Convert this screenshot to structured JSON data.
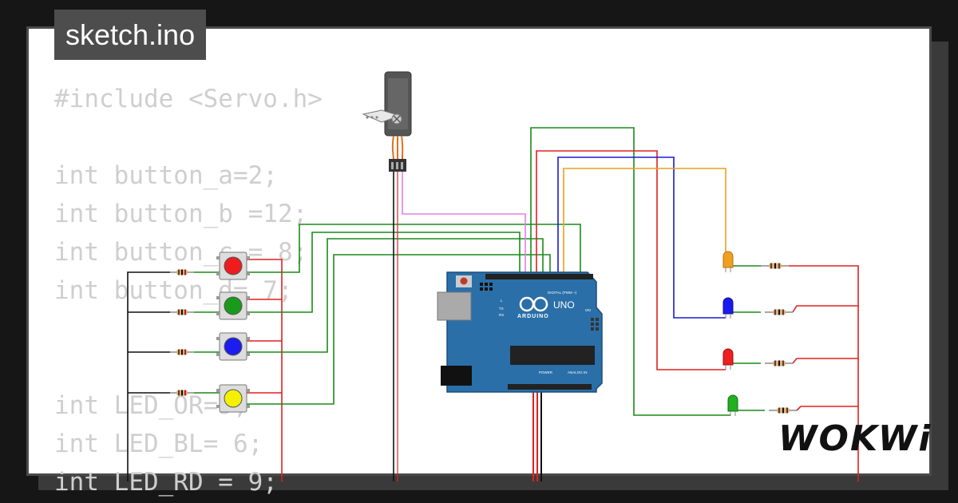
{
  "title": "sketch.ino",
  "code_lines": [
    "#include <Servo.h>",
    "",
    "int button_a=2;",
    "int button_b =12;",
    "int button_c = 8;",
    "int button_d= 7;",
    "",
    "",
    "int LED_OR=5;",
    "int LED_BL= 6;",
    "int LED_RD = 9;"
  ],
  "board": {
    "brand": "UNO",
    "maker": "ARDUINO",
    "digital_label": "DIGITAL (PWM ~)",
    "power_label": "POWER",
    "analog_label": "ANALOG IN",
    "on_label": "ON",
    "tx_label": "TX",
    "rx_label": "RX",
    "l_label": "L"
  },
  "logo": "WOKWi",
  "colors": {
    "background": "#161616",
    "card": "#ffffff",
    "code_text": "#cfcfcf",
    "arduino_blue": "#2a6fa8",
    "wire_green": "#1a8a1a",
    "wire_red": "#e02020",
    "wire_blue": "#1a1ad0",
    "wire_orange": "#e8a020",
    "wire_pink": "#e080e0"
  },
  "components": {
    "buttons": [
      "red",
      "green",
      "blue",
      "yellow"
    ],
    "leds": [
      "orange",
      "blue",
      "red",
      "green"
    ],
    "servo": "servo-motor"
  }
}
